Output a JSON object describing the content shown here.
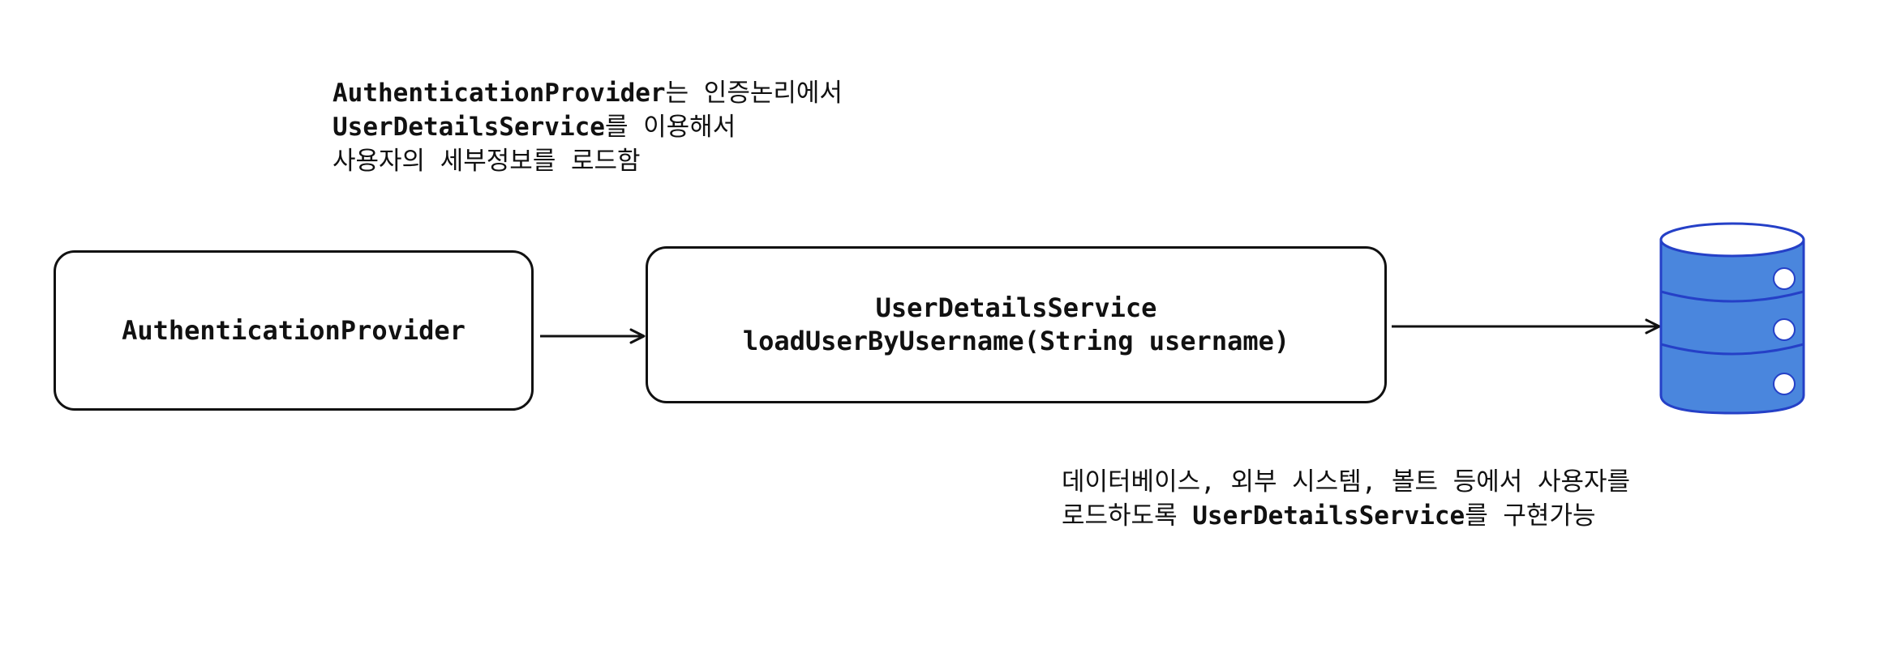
{
  "diagram": {
    "top_note": {
      "line1_code": "AuthenticationProvider",
      "line1_text": "는 인증논리에서",
      "line2_code": "UserDetailsService",
      "line2_text": "를 이용해서",
      "line3_text": "사용자의 세부정보를 로드함"
    },
    "provider_box": {
      "label": "AuthenticationProvider"
    },
    "service_box": {
      "title": "UserDetailsService",
      "method": "loadUserByUsername(String username)"
    },
    "database": {
      "icon": "database-icon",
      "fill_color": "#4a86dd",
      "stroke_color": "#2540c7"
    },
    "bottom_note": {
      "line1_text": "데이터베이스, 외부 시스템, 볼트 등에서 사용자를",
      "line2_text": "로드하도록 ",
      "line2_code": "UserDetailsService",
      "line2_tail": "를 구현가능"
    },
    "colors": {
      "line": "#111111"
    }
  }
}
